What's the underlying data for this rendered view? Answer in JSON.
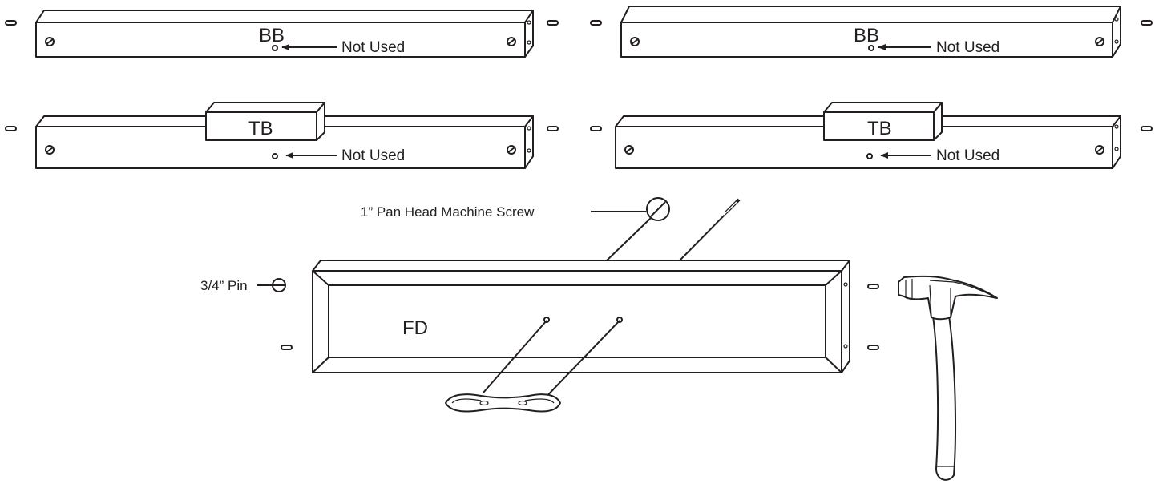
{
  "boards": [
    {
      "part": "BB",
      "note": "Not Used"
    },
    {
      "part": "BB",
      "note": "Not Used"
    },
    {
      "part": "TB",
      "note": "Not Used"
    },
    {
      "part": "TB",
      "note": "Not Used"
    }
  ],
  "front": {
    "part": "FD"
  },
  "callouts": {
    "screw": "1” Pan Head Machine Screw",
    "pin": "3/4” Pin"
  }
}
